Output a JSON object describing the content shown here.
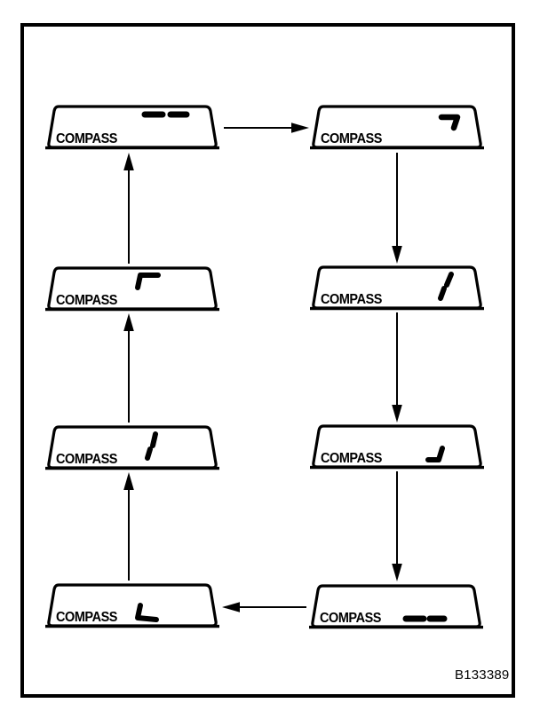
{
  "figure": {
    "caption": "B133389"
  },
  "colors": {
    "line": "#000000",
    "background": "#ffffff"
  },
  "panels": [
    {
      "label": "COMPASS",
      "segment": "two-dashes-top",
      "position": "top-left"
    },
    {
      "label": "COMPASS",
      "segment": "corner-top-right",
      "position": "top-right"
    },
    {
      "label": "COMPASS",
      "segment": "slanted-bar-right",
      "position": "right-upper-middle"
    },
    {
      "label": "COMPASS",
      "segment": "corner-bottom-right",
      "position": "right-lower-middle"
    },
    {
      "label": "COMPASS",
      "segment": "two-dashes-bottom",
      "position": "bottom-right"
    },
    {
      "label": "COMPASS",
      "segment": "corner-bottom-left",
      "position": "bottom-left"
    },
    {
      "label": "COMPASS",
      "segment": "slanted-bar-left",
      "position": "left-lower-middle"
    },
    {
      "label": "COMPASS",
      "segment": "corner-top-left",
      "position": "left-upper-middle"
    }
  ],
  "flow": [
    "top-left -> top-right",
    "top-right -> right-upper-middle",
    "right-upper-middle -> right-lower-middle",
    "right-lower-middle -> bottom-right",
    "bottom-right -> bottom-left",
    "bottom-left -> left-lower-middle",
    "left-lower-middle -> left-upper-middle",
    "left-upper-middle -> top-left"
  ]
}
